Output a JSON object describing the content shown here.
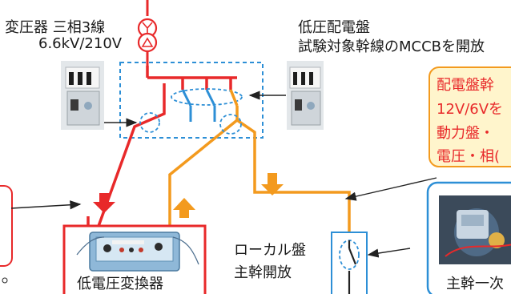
{
  "transformer": {
    "line1": "変圧器 三相3線",
    "line2": "6.6kV/210V"
  },
  "panel": {
    "line1": "低圧配電盤",
    "line2": "試験対象幹線のMCCBを開放"
  },
  "callout_right": {
    "line1": "配電盤幹",
    "line2": "12V/6Vを",
    "line3": "動力盤・",
    "line4": "電圧・相("
  },
  "converter": {
    "label": "低電圧変換器"
  },
  "local_panel": {
    "line1": "ローカル盤",
    "line2": "主幹開放"
  },
  "inset_right": {
    "label": "主幹一次"
  },
  "colors": {
    "red_line": "#e8292a",
    "orange_line": "#f39a1e",
    "dashed_blue": "#2d8fd6",
    "callout_fill": "#fff5cc"
  }
}
